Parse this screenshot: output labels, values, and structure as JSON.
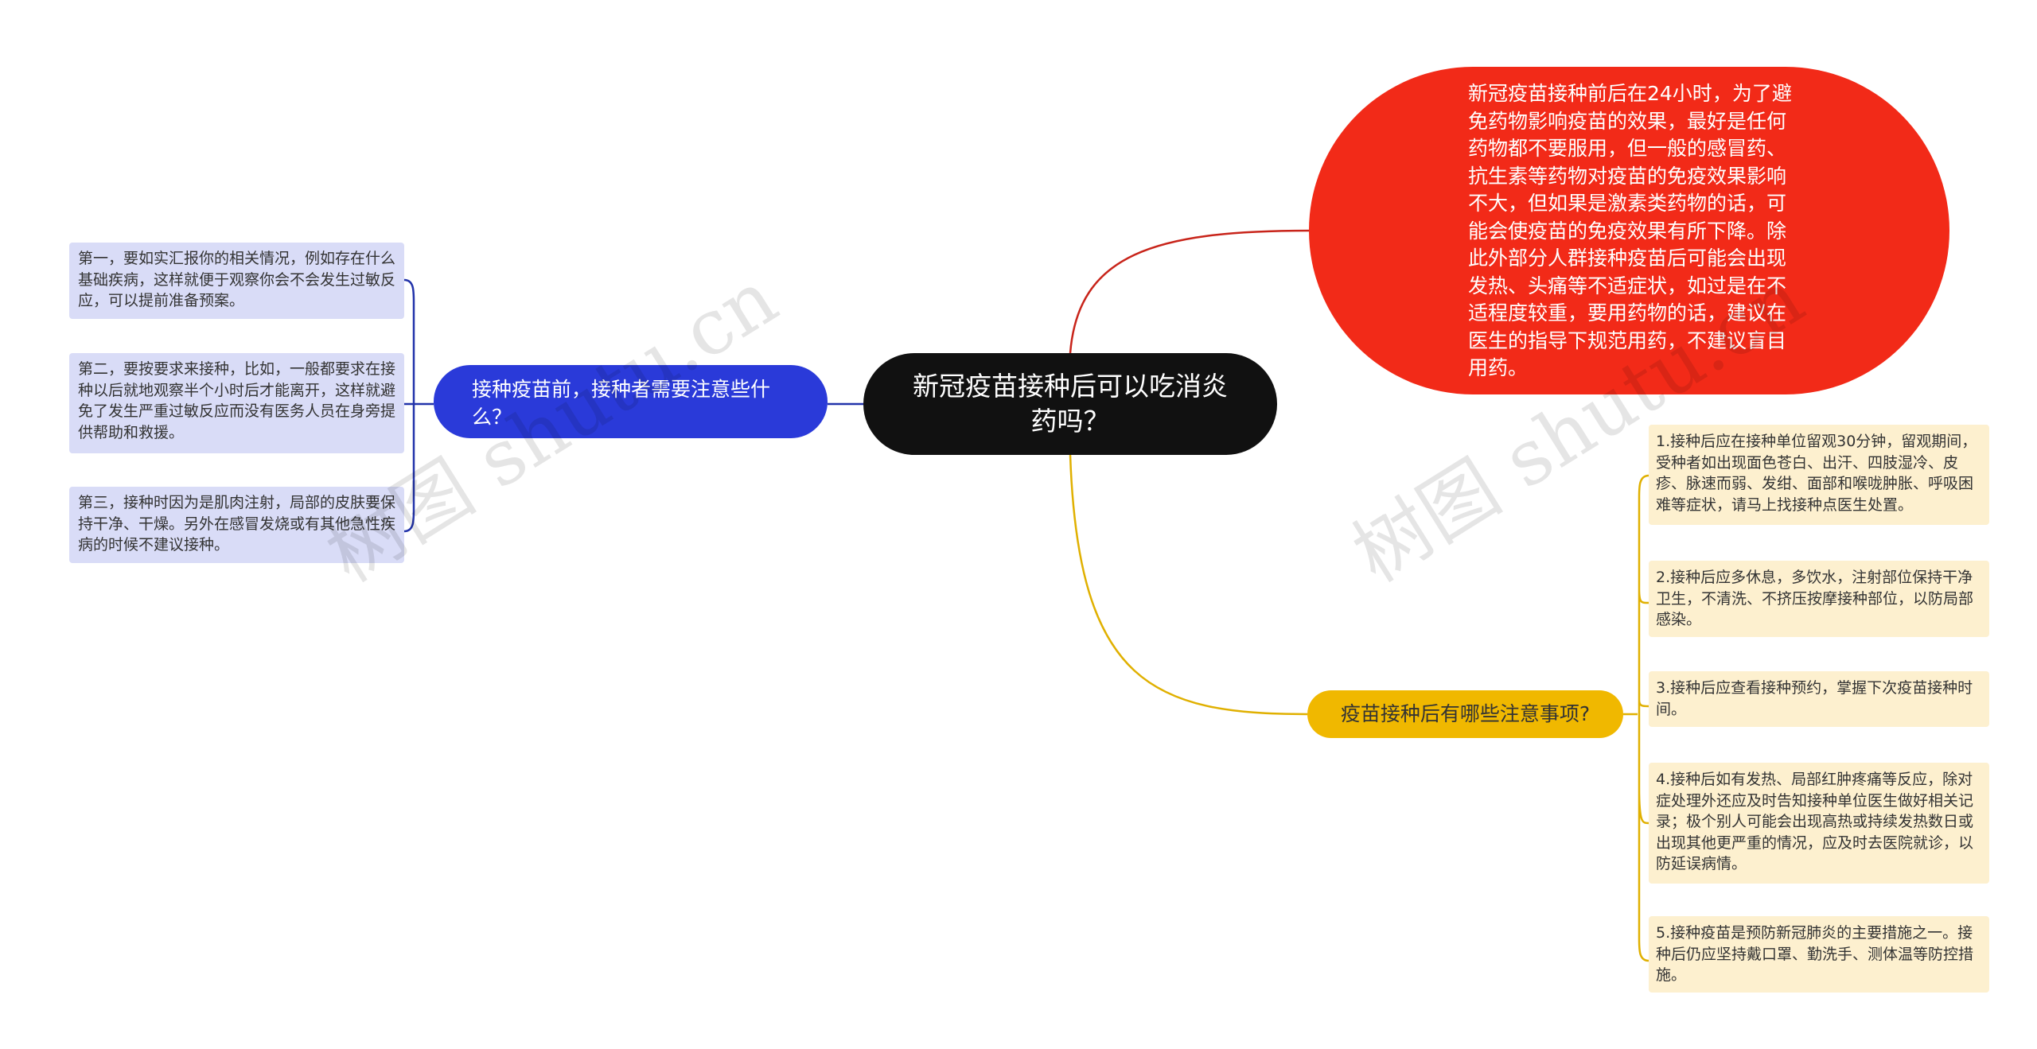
{
  "root": {
    "text": "新冠疫苗接种后可以吃消炎药吗？"
  },
  "branches": {
    "answer": {
      "text": "新冠疫苗接种前后在24小时，为了避免药物影响疫苗的效果，最好是任何药物都不要服用，但一般的感冒药、抗生素等药物对疫苗的免疫效果影响不大，但如果是激素类药物的话，可能会使疫苗的免疫效果有所下降。除此外部分人群接种疫苗后可能会出现发热、头痛等不适症状，如过是在不适程度较重，要用药物的话，建议在医生的指导下规范用药，不建议盲目用药。",
      "color": "#f22a18",
      "line_color": "#c8241a"
    },
    "before": {
      "text": "接种疫苗前，接种者需要注意些什么？",
      "color": "#2a3ad9",
      "line_color": "#2233aa",
      "items": [
        "第一，要如实汇报你的相关情况，例如存在什么基础疾病，这样就便于观察你会不会发生过敏反应，可以提前准备预案。",
        "第二，要按要求来接种，比如，一般都要求在接种以后就地观察半个小时后才能离开，这样就避免了发生严重过敏反应而没有医务人员在身旁提供帮助和救援。",
        "第三，接种时因为是肌肉注射，局部的皮肤要保持干净、干燥。另外在感冒发烧或有其他急性疾病的时候不建议接种。"
      ]
    },
    "after": {
      "text": "疫苗接种后有哪些注意事项?",
      "color": "#f0b800",
      "line_color": "#e0b000",
      "items": [
        "1.接种后应在接种单位留观30分钟，留观期间，受种者如出现面色苍白、出汗、四肢湿冷、皮疹、脉速而弱、发绀、面部和喉咙肿胀、呼吸困难等症状，请马上找接种点医生处置。",
        "2.接种后应多休息，多饮水，注射部位保持干净卫生，不清洗、不挤压按摩接种部位，以防局部感染。",
        "3.接种后应查看接种预约，掌握下次疫苗接种时间。",
        "4.接种后如有发热、局部红肿疼痛等反应，除对症处理外还应及时告知接种单位医生做好相关记录；极个别人可能会出现高热或持续发热数日或出现其他更严重的情况，应及时去医院就诊，以防延误病情。",
        "5.接种疫苗是预防新冠肺炎的主要措施之一。接种后仍应坚持戴口罩、勤洗手、测体温等防控措施。"
      ]
    }
  },
  "watermarks": [
    "树图 shutu.cn",
    "树图 shutu.cn"
  ]
}
